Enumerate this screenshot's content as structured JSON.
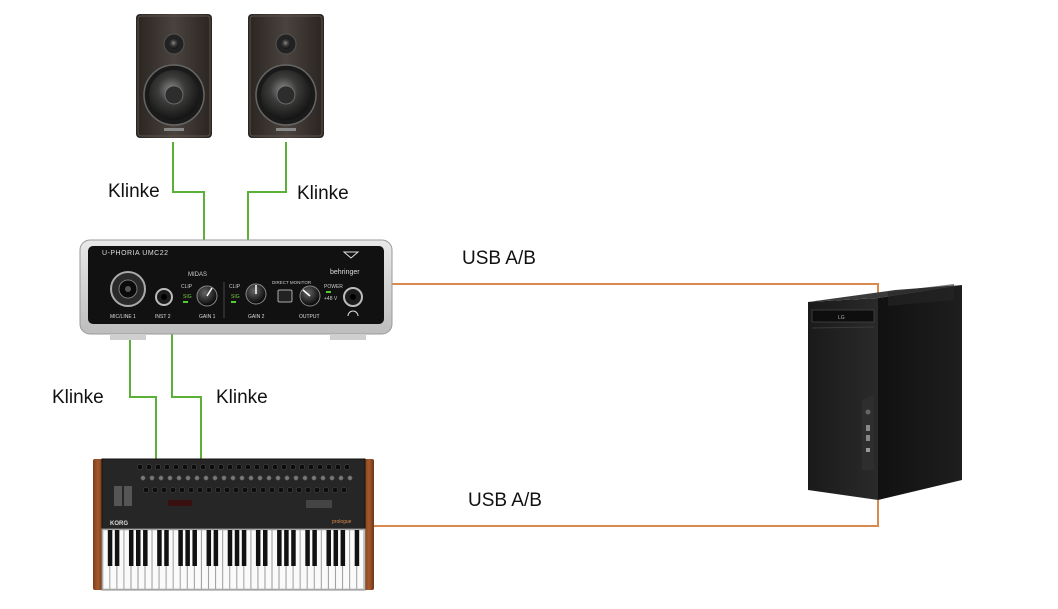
{
  "diagram": {
    "connections": {
      "speaker_left_cable": "Klinke",
      "speaker_right_cable": "Klinke",
      "synth_cable_1": "Klinke",
      "synth_cable_2": "Klinke",
      "interface_usb": "USB A/B",
      "synth_usb": "USB A/B"
    },
    "interface": {
      "model": "U-PHORIA UMC22",
      "brand": "behringer",
      "preamp_brand": "MIDAS",
      "input1_label": "MIC/LINE 1",
      "input2_label": "INST 2",
      "clip_label": "CLIP",
      "sig_label": "SIG",
      "gain1_label": "GAIN 1",
      "gain2_label": "GAIN 2",
      "direct_monitor_label": "DIRECT MONITOR",
      "output_label": "OUTPUT",
      "power_label": "POWER",
      "phantom_label": "+48 V"
    },
    "synth": {
      "brand": "KORG",
      "model": "prologue"
    },
    "pc": {
      "drive_brand": "LG"
    },
    "colors": {
      "analog_cable": "#5bb038",
      "usb_cable": "#d98a4e"
    }
  }
}
